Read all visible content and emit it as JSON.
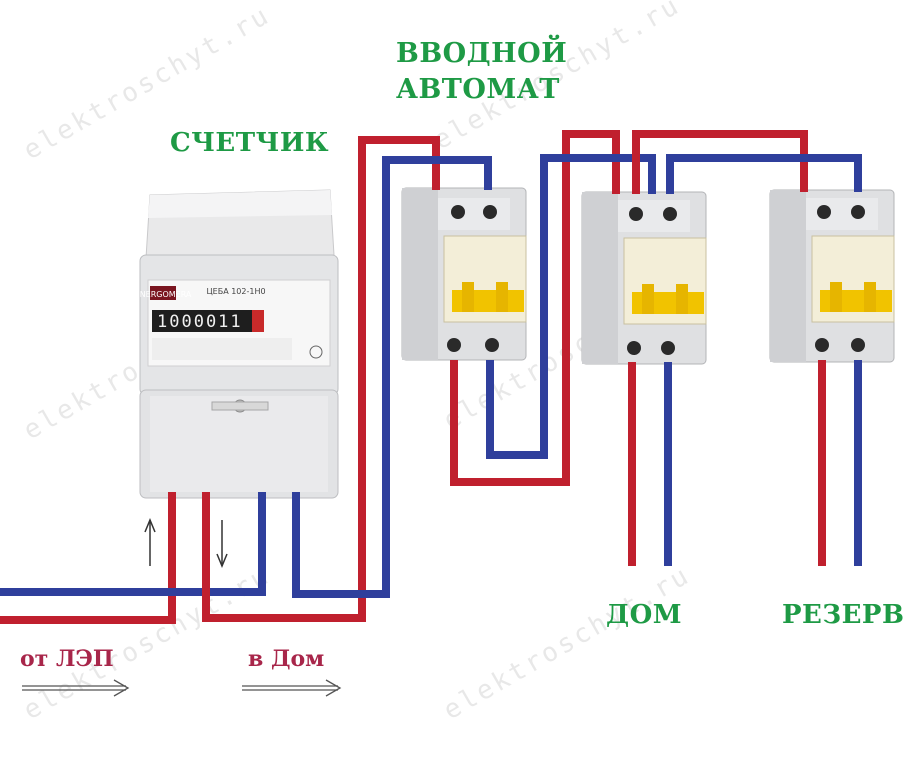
{
  "labels": {
    "meter": "СЧЕТЧИК",
    "main_breaker_line1": "ВВОДНОЙ",
    "main_breaker_line2": "АВТОМАТ",
    "house": "ДОМ",
    "reserve": "РЕЗЕРВ",
    "from_line": "от ЛЭП",
    "to_house": "в Дом"
  },
  "meter_display": {
    "brand": "ENERGOMERA",
    "model": "ЦЕБА 102-1Н0",
    "reading": "1000011"
  },
  "watermark": "elektroschyt.ru",
  "wires": {
    "phase_color": "#c0202e",
    "neutral_color": "#2f3f9c"
  }
}
